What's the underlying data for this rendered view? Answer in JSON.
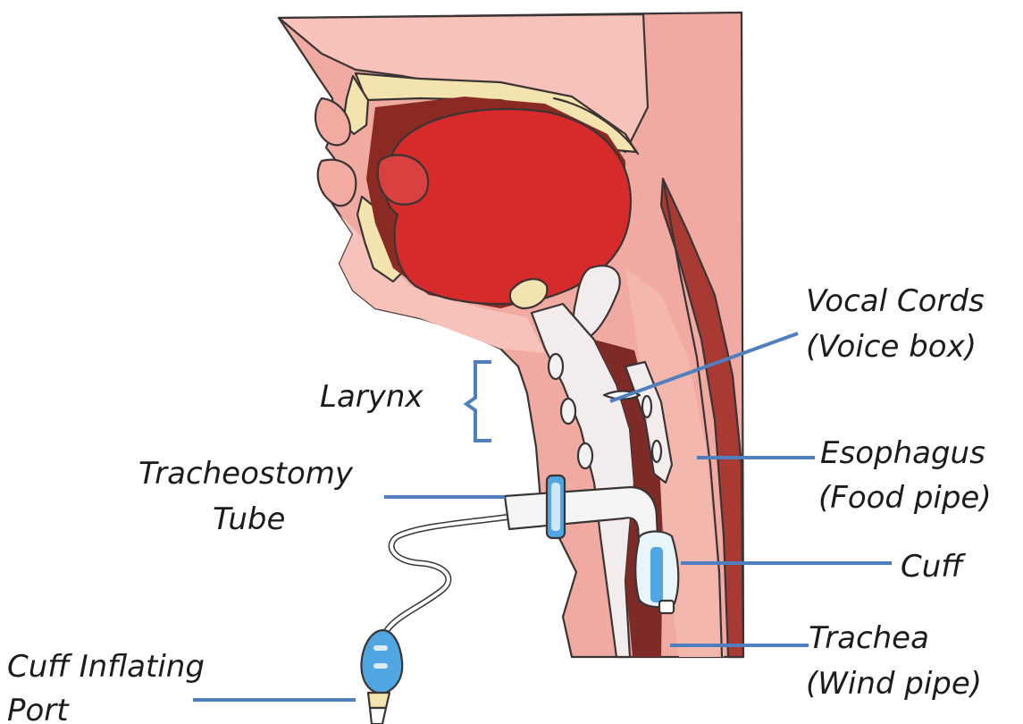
{
  "labels": {
    "vocal_cords_1": "Vocal Cords",
    "vocal_cords_2": "(Voice box)",
    "larynx": "Larynx",
    "esophagus_1": "Esophagus",
    "esophagus_2": "(Food pipe)",
    "tracheostomy_1": "Tracheostomy",
    "tracheostomy_2": "Tube",
    "cuff": "Cuff",
    "cuff_port_1": "Cuff Inflating",
    "cuff_port_2": "Port",
    "trachea_1": "Trachea",
    "trachea_2": "(Wind pipe)"
  },
  "colors": {
    "skin": "#f2b8b0",
    "tissue": "#efa39b",
    "tongue": "#d72a2a",
    "tongue_dark": "#b3161c",
    "bone": "#f3e3ae",
    "airway": "#7e2a26",
    "cartilage": "#f2ecec",
    "tube": "#f5f5f5",
    "tube_accent": "#4fa6e0",
    "leader_line": "#4f7fbf"
  }
}
